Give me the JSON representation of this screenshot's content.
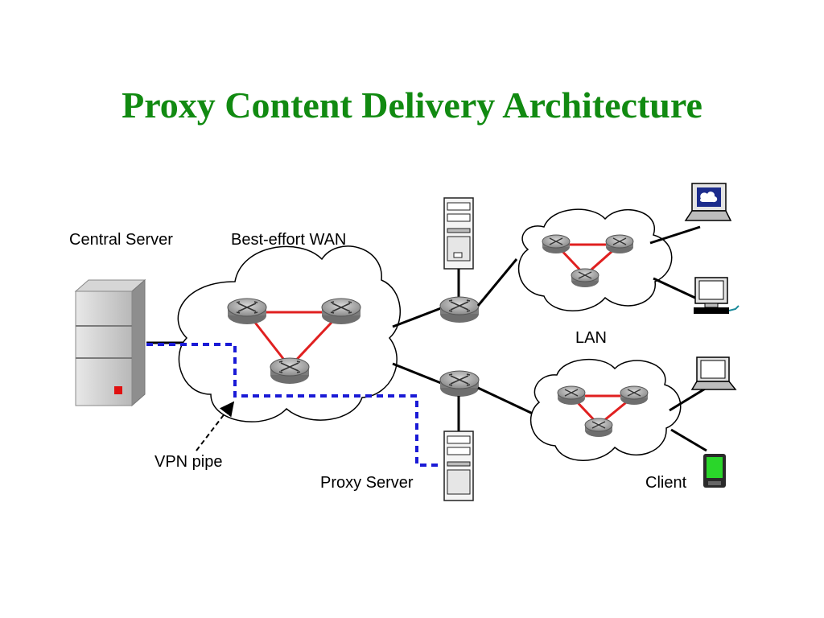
{
  "title": "Proxy Content Delivery Architecture",
  "labels": {
    "central_server": "Central Server",
    "wan": "Best-effort WAN",
    "lan": "LAN",
    "vpn_pipe": "VPN pipe",
    "proxy_server": "Proxy Server",
    "client": "Client"
  },
  "colors": {
    "title": "#118a11",
    "vpn_pipe": "#1a1ad6",
    "ring_link": "#e02020",
    "link": "#000000"
  }
}
